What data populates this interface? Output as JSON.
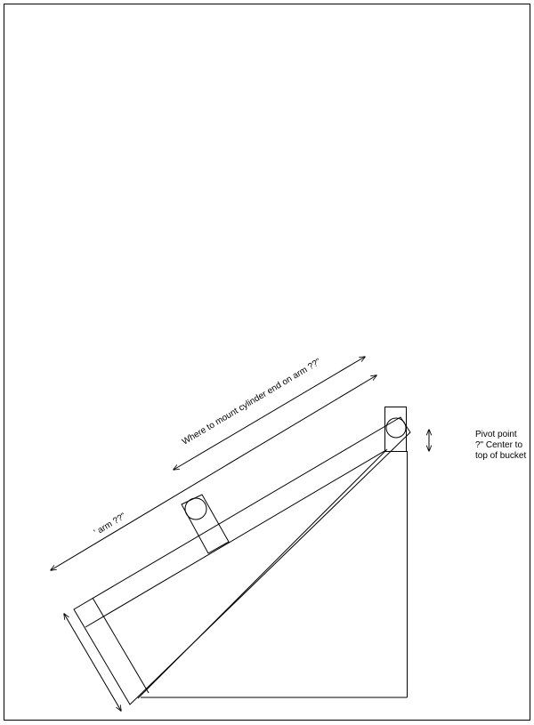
{
  "annotations": {
    "mount_label": "Where to mount cylinder end on arm ??\"",
    "arm_label": "' arm ??\"",
    "pivot_label_line1": "Pivot point",
    "pivot_label_line2": "?\" Center to",
    "pivot_label_line3": "top of bucket"
  },
  "colors": {
    "stroke": "#000000",
    "background": "#ffffff"
  }
}
